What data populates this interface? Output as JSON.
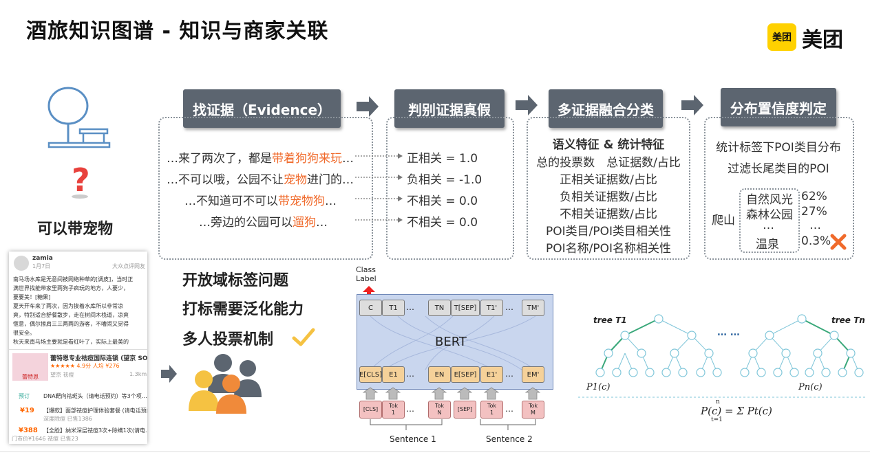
{
  "header": {
    "title": "酒旅知识图谱 - 知识与商家关联",
    "logo_mark": "美团",
    "logo_text": "美团"
  },
  "steps": [
    {
      "label": "找证据（Evidence）"
    },
    {
      "label": "判别证据真假"
    },
    {
      "label": "多证据融合分类"
    },
    {
      "label": "分布置信度判定"
    }
  ],
  "question": "可以带宠物",
  "evidence": [
    {
      "pre": "…来了两次了，都是",
      "hl": "带着狗狗来玩",
      "post": "…",
      "label": "正相关 = 1.0"
    },
    {
      "pre": "…不可以哦，公园不让",
      "hl": "宠物",
      "post": "进门的…",
      "label": "负相关 = -1.0"
    },
    {
      "pre": "…不知道可不可以",
      "hl": "带宠物狗",
      "post": "…",
      "label": "不相关 = 0.0"
    },
    {
      "pre": "…旁边的公园可以",
      "hl": "遛狗",
      "post": "…",
      "label": "不相关 = 0.0"
    }
  ],
  "features": {
    "heading": "语义特征 & 统计特征",
    "items": [
      "总的投票数　总证据数/占比",
      "正相关证据数/占比",
      "负相关证据数/占比",
      "不相关证据数/占比",
      "POI类目/POI类目相关性",
      "POI名称/POI名称相关性"
    ]
  },
  "distribution": {
    "line1": "统计标签下POI类目分布",
    "line2": "过滤长尾类目的POI",
    "root": "爬山",
    "rows": [
      {
        "name": "自然风光",
        "pct": "62%"
      },
      {
        "name": "森林公园",
        "pct": "27%"
      },
      {
        "name": "…",
        "pct": "…"
      },
      {
        "name": "温泉",
        "pct": "0.3%"
      }
    ]
  },
  "problems": [
    "开放域标签问题",
    "打标需要泛化能力",
    "多人投票机制"
  ],
  "review": {
    "user": "zamia",
    "date": "1月7日",
    "source": "大众点评网友",
    "text": [
      "南马场水库是无意间被网络种草的[调皮]，当时正",
      "满世界找能带家里两狗子疯玩的地方，人要少，",
      "要要美！[糖果]",
      "夏天开车来了两次，因为挨着水库所以非常凉",
      "爽，特别适合舒餐散步，走在树间木栈道，凉爽",
      "惬意，偶尔擦肩三三两两的游客，不嘈闹又觉得",
      "很安全。",
      "秋天来南马场主要就是看红叶了，实际上最美的"
    ],
    "shop_name": "蕾特恩专业祛痘国际连锁 (望京 SOHO…",
    "shop_meta": "★★★★★ 4.9分 人均 ¥276",
    "shop_area": "望京 祛痘",
    "shop_dist": "1.3km",
    "shop_img_label": "蕾特恩",
    "deals": [
      {
        "price": "预订",
        "text": "DNA靶向祛斑头（请电话预约）等3个项…",
        "sub": ""
      },
      {
        "price": "¥19",
        "text": "【爆款】面部祛痘护理体验套餐 (请电话预约)",
        "sub": "深度除痘 已售1386"
      },
      {
        "price": "¥388",
        "text": "【全脸】纳米深层祛痘3次+除螨1次(请电…",
        "sub": "门市价¥1646 祛痘 已售23"
      }
    ]
  },
  "bert": {
    "class_label": "Class\nLabel",
    "title": "BERT",
    "outputs": [
      "C",
      "T1",
      "…",
      "TN",
      "T[SEP]",
      "T1'",
      "…",
      "TM'"
    ],
    "embeds": [
      "E[CLS]",
      "E1",
      "…",
      "EN",
      "E[SEP]",
      "E1'",
      "…",
      "EM'"
    ],
    "inputs": [
      "[CLS]",
      "Tok\n1",
      "…",
      "Tok\nN",
      "[SEP]",
      "Tok\n1",
      "…",
      "Tok\nM"
    ],
    "sentence1": "Sentence 1",
    "sentence2": "Sentence 2"
  },
  "trees": {
    "tree1": "tree T1",
    "treen": "tree Tn",
    "dots": "… …",
    "p1": "P1(c)",
    "pn": "Pn(c)",
    "formula": "P(c) = Σ Pt(c)",
    "sum_top": "n",
    "sum_bot": "t=1"
  },
  "colors": {
    "accent": "#F06A2B",
    "step_bg": "#5c6570",
    "brand": "#FFD100",
    "tree": "#7fc6d9",
    "tree_hl": "#3aa87a"
  }
}
